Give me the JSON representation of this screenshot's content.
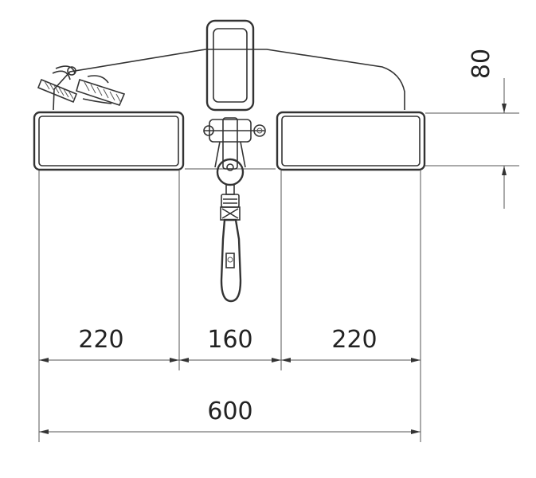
{
  "dimensions": {
    "left_fork": "220",
    "center_gap": "160",
    "right_fork": "220",
    "total_width": "600",
    "fork_height": "80"
  }
}
